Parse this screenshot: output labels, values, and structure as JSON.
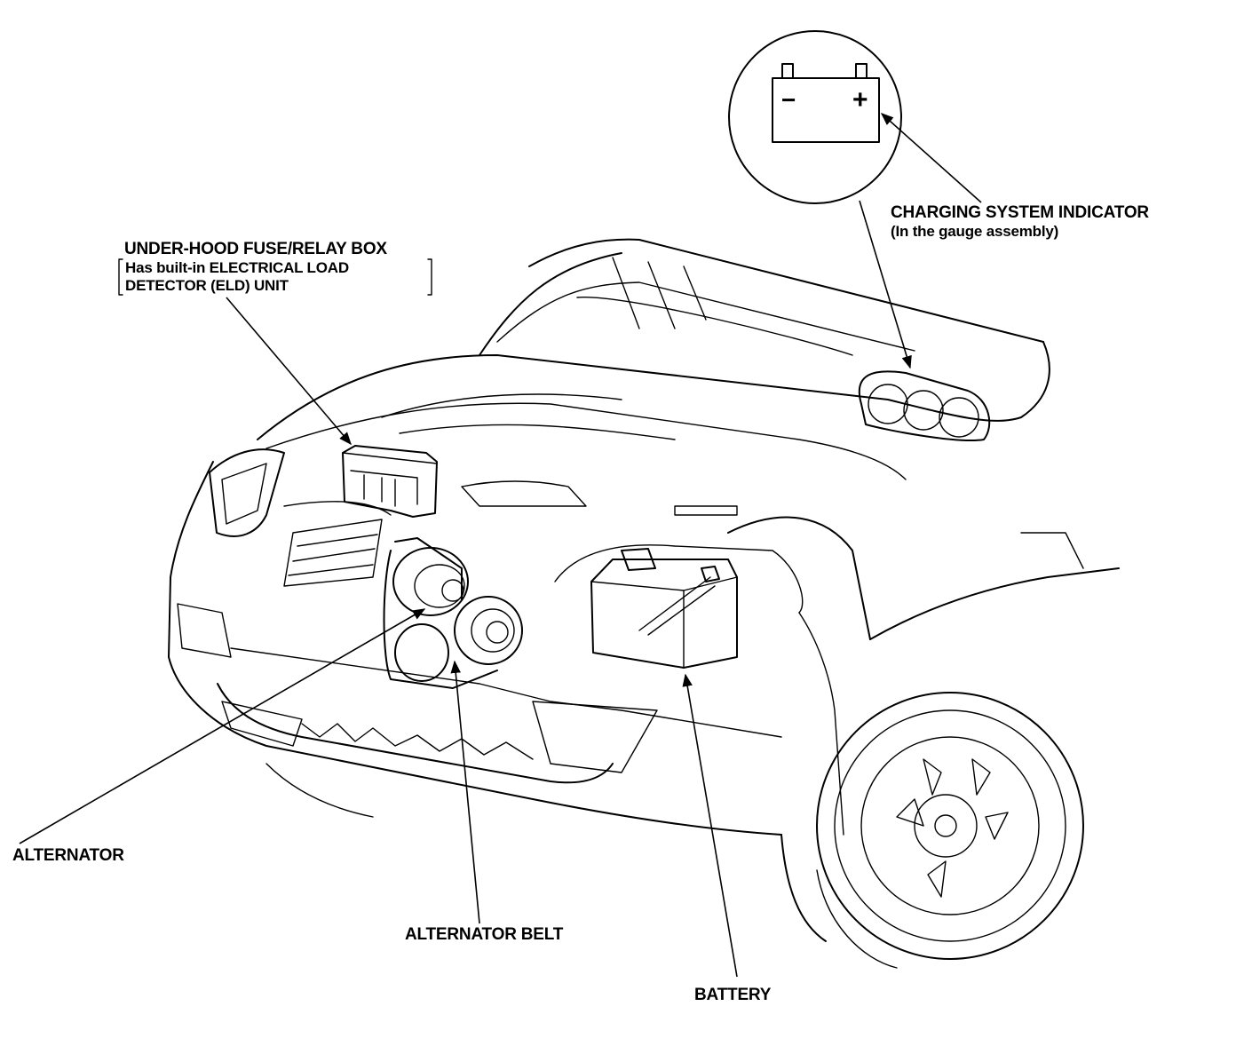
{
  "labels": {
    "charging_indicator": "CHARGING SYSTEM INDICATOR",
    "charging_indicator_note": "(In the gauge assembly)",
    "fuse_box": "UNDER-HOOD FUSE/RELAY BOX",
    "fuse_box_note_1": "Has built-in ELECTRICAL LOAD",
    "fuse_box_note_2": "DETECTOR (ELD) UNIT",
    "alternator": "ALTERNATOR",
    "alternator_belt": "ALTERNATOR BELT",
    "battery": "BATTERY"
  },
  "indicator_symbols": {
    "minus": "−",
    "plus": "+"
  }
}
